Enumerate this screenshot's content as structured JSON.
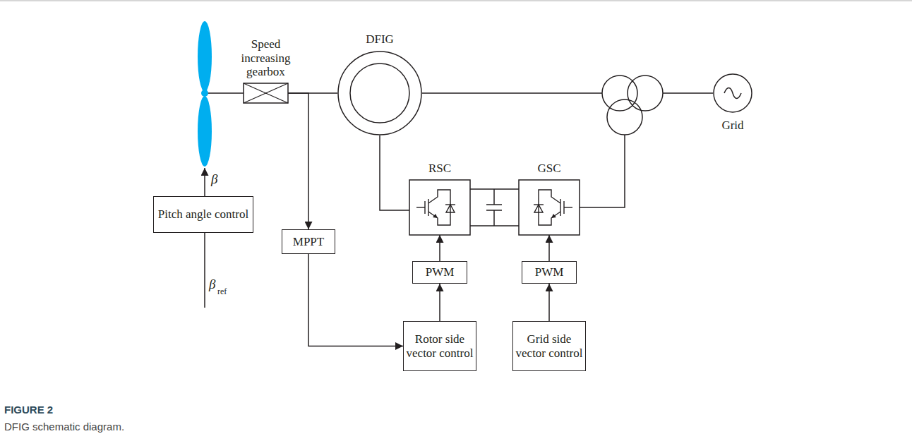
{
  "diagram": {
    "title": "FIGURE 2",
    "caption": "DFIG schematic diagram.",
    "nodes": [
      {
        "text": [
          "Speed increasing gearbox"
        ]
      },
      {
        "text": [
          "DFIG"
        ]
      },
      {
        "text": [
          "Grid"
        ]
      },
      {
        "text": [
          "RSC"
        ]
      },
      {
        "text": [
          "GSC"
        ]
      },
      {
        "text": [
          "Pitch angle control"
        ]
      },
      {
        "text": [
          "MPPT"
        ]
      },
      {
        "text": [
          "PWM"
        ]
      },
      {
        "text": [
          "PWM"
        ]
      },
      {
        "text": [
          "Rotor side vector control"
        ]
      },
      {
        "text": [
          "Grid side vector control"
        ]
      }
    ],
    "edges": [
      {
        "from": 0,
        "to": 1,
        "arrow": "none"
      },
      {
        "from": 1,
        "to": 3,
        "arrow": "none"
      },
      {
        "from": 3,
        "to": 4,
        "arrow": "none"
      },
      {
        "from": 3,
        "to": 4,
        "arrow": "none"
      },
      {
        "from": 0,
        "to": 6,
        "arrow": "to"
      },
      {
        "from": 6,
        "to": 9,
        "arrow": "to"
      },
      {
        "from": 9,
        "to": 7,
        "arrow": "to"
      },
      {
        "from": 7,
        "to": 3,
        "arrow": "to"
      },
      {
        "from": 10,
        "to": 8,
        "arrow": "to"
      },
      {
        "from": 8,
        "to": 4,
        "arrow": "to"
      }
    ],
    "labels": [
      "β",
      "β",
      "ref"
    ]
  }
}
